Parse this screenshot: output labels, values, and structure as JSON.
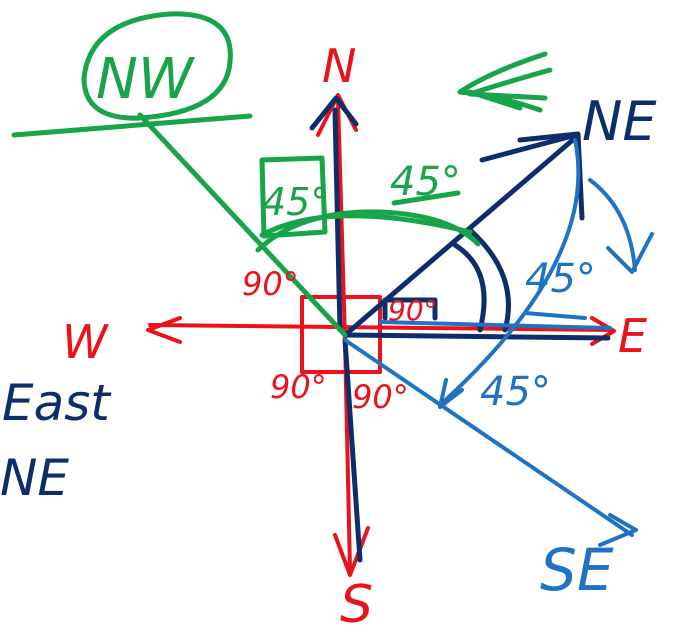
{
  "directions": {
    "north": "N",
    "south": "S",
    "west": "W",
    "east": "E",
    "northeast": "NE",
    "northwest": "NW",
    "southeast": "SE"
  },
  "angles": {
    "ne_top": "45°",
    "nw_box": "45°",
    "ne_right": "45°",
    "se": "45°",
    "q1": "90°",
    "nw_90": "90°",
    "sw_90": "90°",
    "se_90": "90°"
  },
  "notes": {
    "line1": "East",
    "line2": "NE"
  },
  "colors": {
    "red": "#e8131b",
    "navy": "#0d2d6b",
    "blue": "#1f73c2",
    "green": "#18a449"
  }
}
